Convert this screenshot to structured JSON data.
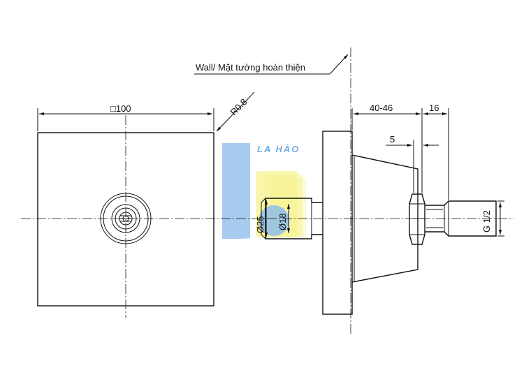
{
  "wall_label": "Wall/ Mặt tường hoàn thiện",
  "dimensions": {
    "square_size": "□100",
    "corner_radius": "R0.8",
    "depth_range": "40-46",
    "nut_length": "16",
    "gap": "5",
    "outer_diameter": "Ø25",
    "inner_diameter": "Ø18",
    "thread": "G 1/2"
  },
  "watermark": {
    "text": "LA HÀO",
    "color_blue": "#7fb3e8",
    "color_yellow": "#f5f07a"
  },
  "line_color": "#111111"
}
